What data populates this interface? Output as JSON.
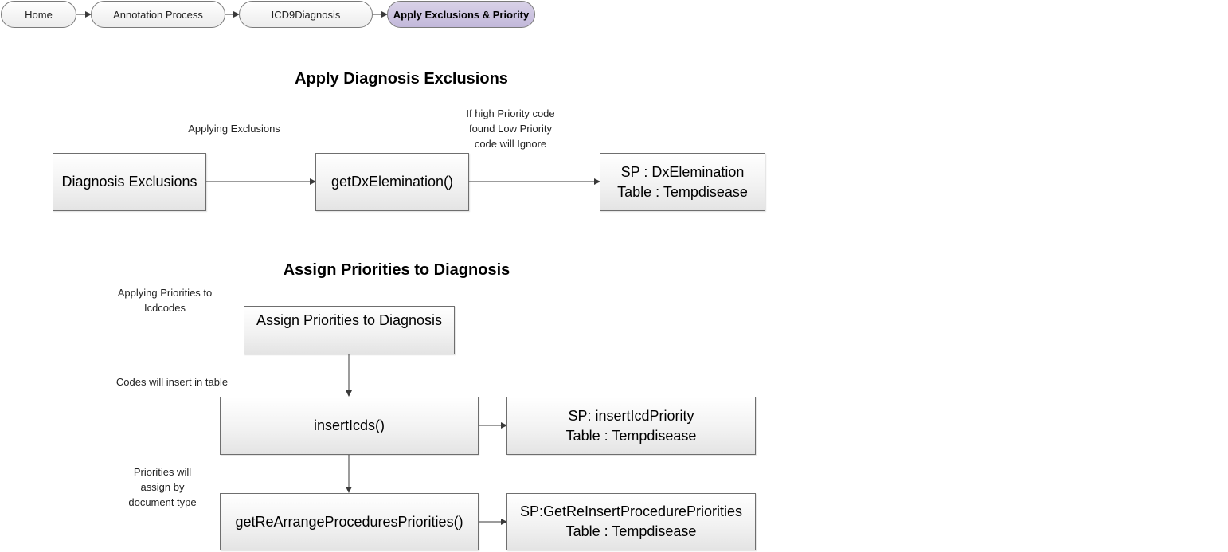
{
  "breadcrumb": {
    "items": [
      {
        "label": "Home",
        "active": false
      },
      {
        "label": "Annotation Process",
        "active": false
      },
      {
        "label": "ICD9Diagnosis",
        "active": false
      },
      {
        "label": "Apply Exclusions & Priority",
        "active": true
      }
    ],
    "active_color": "#c9c0df"
  },
  "exclusions": {
    "title": "Apply Diagnosis Exclusions",
    "note_applying": "Applying Exclusions",
    "note_high_priority": [
      "If high Priority code",
      "found Low Priority",
      "code will Ignore"
    ],
    "box_source": "Diagnosis Exclusions",
    "box_method": "getDxElemination()",
    "box_sp": [
      "SP : DxElemination",
      "Table : Tempdisease"
    ]
  },
  "priorities": {
    "title": "Assign Priorities to Diagnosis",
    "note_applying": [
      "Applying Priorities to",
      "Icdcodes"
    ],
    "note_insert": "Codes will insert in table",
    "note_assign": [
      "Priorities will",
      "assign by",
      "document type"
    ],
    "box_assign": "Assign Priorities to Diagnosis",
    "box_insert": "insertIcds()",
    "box_insert_sp": [
      "SP: insertIcdPriority",
      "Table : Tempdisease"
    ],
    "box_rearrange": "getReArrangeProceduresPriorities()",
    "box_rearrange_sp": [
      "SP:GetReInsertProcedurePriorities",
      "Table : Tempdisease"
    ]
  }
}
